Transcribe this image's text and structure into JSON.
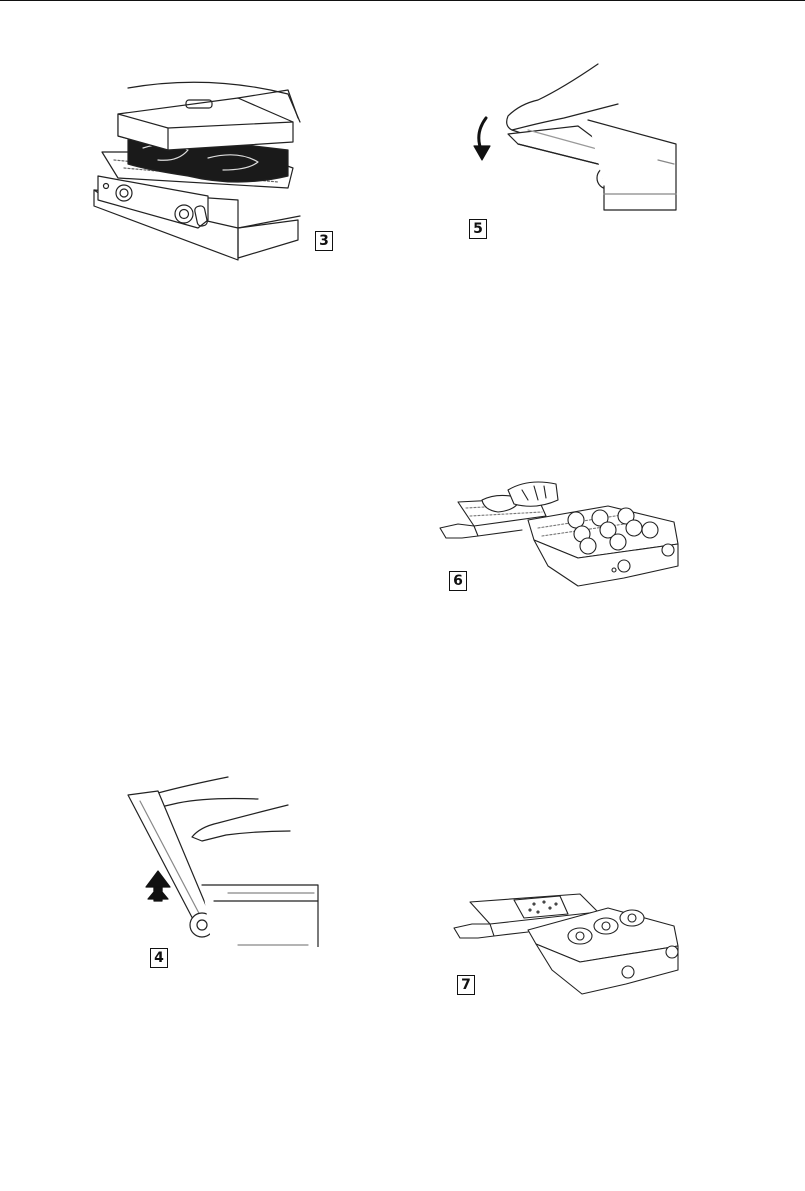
{
  "figures": {
    "step3": {
      "number": "3",
      "depicts": "grill-closed-with-food"
    },
    "step5": {
      "number": "5",
      "depicts": "lowering-lid-arrow-down"
    },
    "step6": {
      "number": "6",
      "depicts": "grill-open-flat-with-food"
    },
    "step4": {
      "number": "4",
      "depicts": "lifting-lid-arrow-up"
    },
    "step7": {
      "number": "7",
      "depicts": "griddle-open-flat-with-eggs"
    }
  },
  "colors": {
    "line": "#222222",
    "fill": "#ffffff",
    "shade": "#1a1a1a",
    "gray": "#bdbdbd"
  }
}
